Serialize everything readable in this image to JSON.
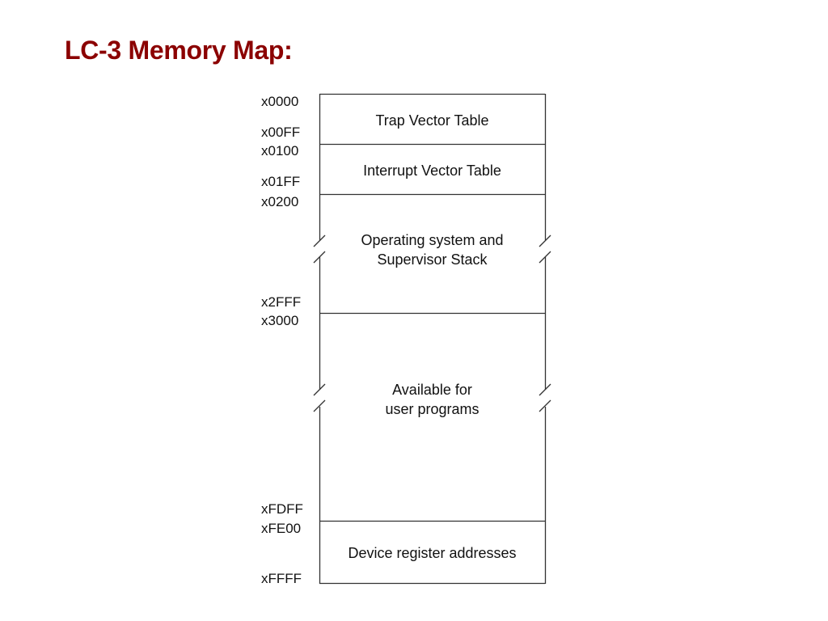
{
  "title": "LC-3 Memory Map:",
  "memory_map": {
    "regions": [
      {
        "start": "x0000",
        "end": "x00FF",
        "label": "Trap Vector Table",
        "label_lines": [
          "Trap Vector Table"
        ]
      },
      {
        "start": "x0100",
        "end": "x01FF",
        "label": "Interrupt Vector Table",
        "label_lines": [
          "Interrupt Vector Table"
        ]
      },
      {
        "start": "x0200",
        "end": "x2FFF",
        "label": "Operating system and Supervisor Stack",
        "label_lines": [
          "Operating system and",
          "Supervisor Stack"
        ]
      },
      {
        "start": "x3000",
        "end": "xFDFF",
        "label": "Available for user programs",
        "label_lines": [
          "Available for",
          "user programs"
        ]
      },
      {
        "start": "xFE00",
        "end": "xFFFF",
        "label": "Device register addresses",
        "label_lines": [
          "Device register addresses"
        ]
      }
    ]
  }
}
